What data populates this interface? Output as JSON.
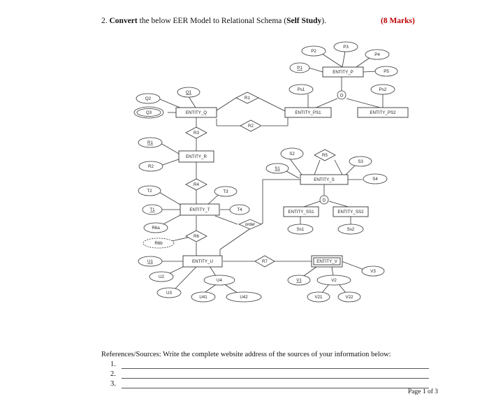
{
  "question": {
    "number": "2.",
    "verb": "Convert",
    "middle": "the below EER Model to Relational Schema (",
    "bold": "Self Study",
    "end": ").",
    "marks": "(8 Marks)"
  },
  "diagram": {
    "entities": {
      "entity_q": "ENTITY_Q",
      "entity_p": "ENTITY_P",
      "entity_ps1": "ENTITY_PS1",
      "entity_ps2": "ENTITY_PS2",
      "entity_r": "ENTITY_R",
      "entity_s": "ENTITY_S",
      "entity_t": "ENTITY_T",
      "entity_ss1": "ENTITY_SS1",
      "entity_ss2": "ENTITY_SS2",
      "entity_u": "ENTITY_U",
      "entity_v": "ENTITY_V"
    },
    "attributes": {
      "q1": "Q1",
      "q2": "Q2",
      "q3": "Q3",
      "p1": "P1",
      "p2": "P2",
      "p3": "P3",
      "p4": "P4",
      "p5": "P5",
      "ps1": "Ps1",
      "ps2": "Ps2",
      "r1": "R1",
      "r2": "R2",
      "s1": "S1",
      "s2": "S2",
      "s3": "S3",
      "s4": "S4",
      "ss1": "Ss1",
      "ss2": "Ss2",
      "t1": "T1",
      "t2": "T2",
      "t3": "T3",
      "t4": "T4",
      "r6a": "R6a",
      "r6b": "R6b",
      "u1": "U1",
      "u2": "U2",
      "u3": "U3",
      "u4": "U4",
      "u41": "U41",
      "u42": "U42",
      "v1": "V1",
      "v2": "V2",
      "v3": "V3",
      "v21": "V21",
      "v22": "V22"
    },
    "relationships": {
      "r1": "R1",
      "r2": "R2",
      "r3": "R3",
      "r4": "R4",
      "r5": "R5",
      "r6": "R6",
      "r7": "R7",
      "order": "order"
    },
    "specialization": {
      "o": "O",
      "d": "D"
    }
  },
  "references": {
    "title": "References/Sources: Write the complete website address of the sources of your information below:",
    "items": [
      "1.",
      "2.",
      "3."
    ]
  },
  "footer": {
    "page": "Page 1 of 3"
  }
}
